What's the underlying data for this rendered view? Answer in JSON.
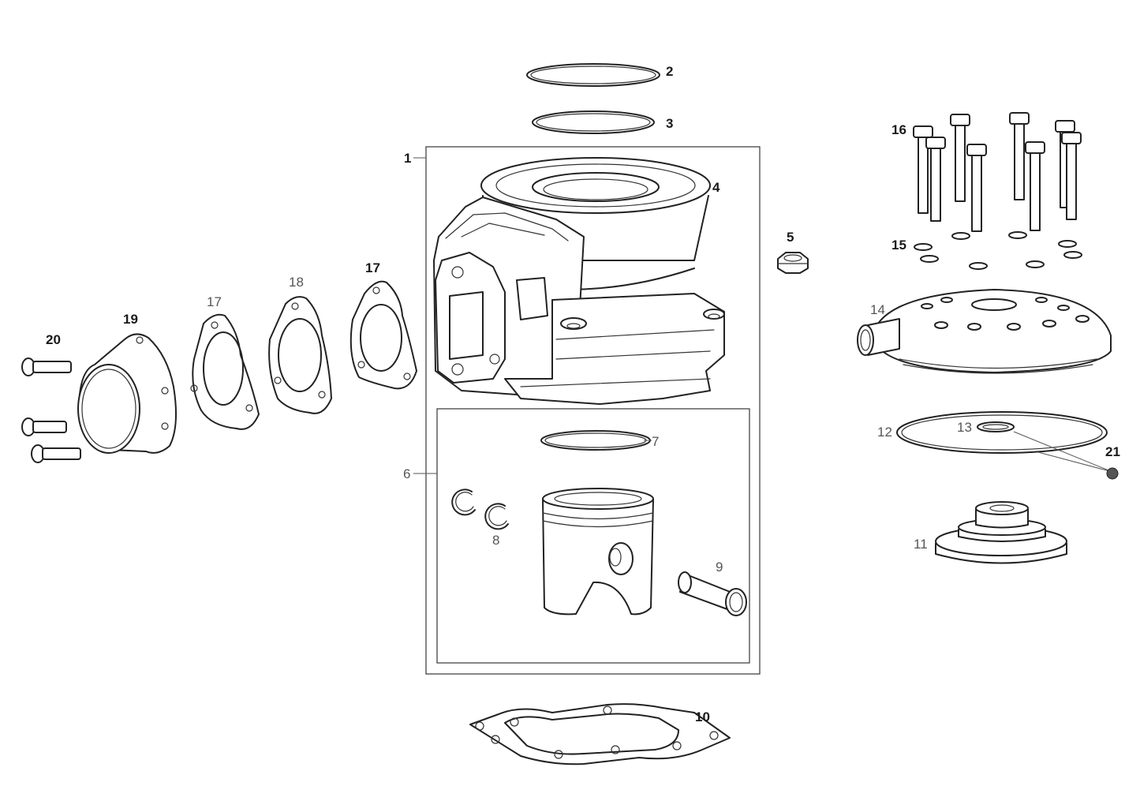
{
  "callouts": {
    "c1": "1",
    "c2": "2",
    "c3": "3",
    "c4": "4",
    "c5": "5",
    "c6": "6",
    "c7": "7",
    "c8": "8",
    "c9": "9",
    "c10": "10",
    "c11": "11",
    "c12": "12",
    "c13": "13",
    "c14": "14",
    "c15": "15",
    "c16": "16",
    "c17a": "17",
    "c17b": "17",
    "c18": "18",
    "c19": "19",
    "c20": "20",
    "c21": "21"
  },
  "colors": {
    "line": "#222222",
    "background": "#ffffff"
  }
}
